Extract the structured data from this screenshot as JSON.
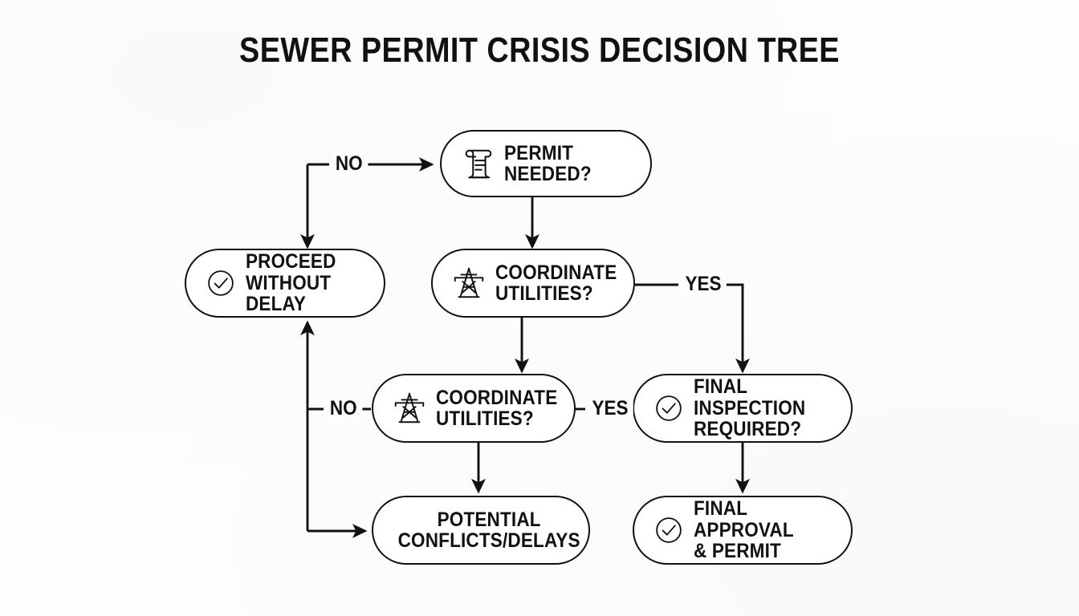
{
  "diagram": {
    "title": "SEWER PERMIT CRISIS DECISION TREE",
    "type": "flowchart",
    "background_color": "#fdfdfd",
    "stroke_color": "#111111",
    "nodes": [
      {
        "id": "permit-needed",
        "label": "PERMIT NEEDED?",
        "icon": "scroll-document-icon",
        "shape": "rounded-pill"
      },
      {
        "id": "proceed-without-delay",
        "label": "PROCEED\nWITHOUT DELAY",
        "icon": "check-circle-icon",
        "shape": "rounded-pill"
      },
      {
        "id": "coordinate-utilities-upper",
        "label": "COORDINATE\nUTILITIES?",
        "icon": "power-pylon-icon",
        "shape": "rounded-pill"
      },
      {
        "id": "coordinate-utilities-lower",
        "label": "COORDINATE\nUTILITIES?",
        "icon": "power-pylon-icon",
        "shape": "rounded-pill"
      },
      {
        "id": "final-inspection-required",
        "label": "FINAL INSPECTION\nREQUIRED?",
        "icon": "check-circle-icon",
        "shape": "rounded-pill"
      },
      {
        "id": "potential-conflicts-delays",
        "label": "POTENTIAL\nCONFLICTS/DELAYS",
        "icon": "none",
        "shape": "rounded-pill"
      },
      {
        "id": "final-approval-permit",
        "label": "FINAL APPROVAL\n& PERMIT",
        "icon": "check-circle-icon",
        "shape": "rounded-pill"
      }
    ],
    "edge_labels": {
      "no_top": "NO",
      "yes_upper": "YES",
      "no_lower": "NO",
      "yes_lower": "YES"
    },
    "edges": [
      {
        "from": "permit-needed",
        "to": "proceed-without-delay",
        "label": "NO"
      },
      {
        "from": "permit-needed",
        "to": "coordinate-utilities-upper",
        "label": ""
      },
      {
        "from": "coordinate-utilities-upper",
        "to": "final-inspection-required",
        "label": "YES"
      },
      {
        "from": "coordinate-utilities-upper",
        "to": "coordinate-utilities-lower",
        "label": ""
      },
      {
        "from": "coordinate-utilities-lower",
        "to": "final-inspection-required",
        "label": "YES"
      },
      {
        "from": "coordinate-utilities-lower",
        "to": "proceed-without-delay",
        "label": "NO"
      },
      {
        "from": "coordinate-utilities-lower",
        "to": "potential-conflicts-delays",
        "label": ""
      },
      {
        "from": "final-inspection-required",
        "to": "final-approval-permit",
        "label": ""
      }
    ]
  }
}
